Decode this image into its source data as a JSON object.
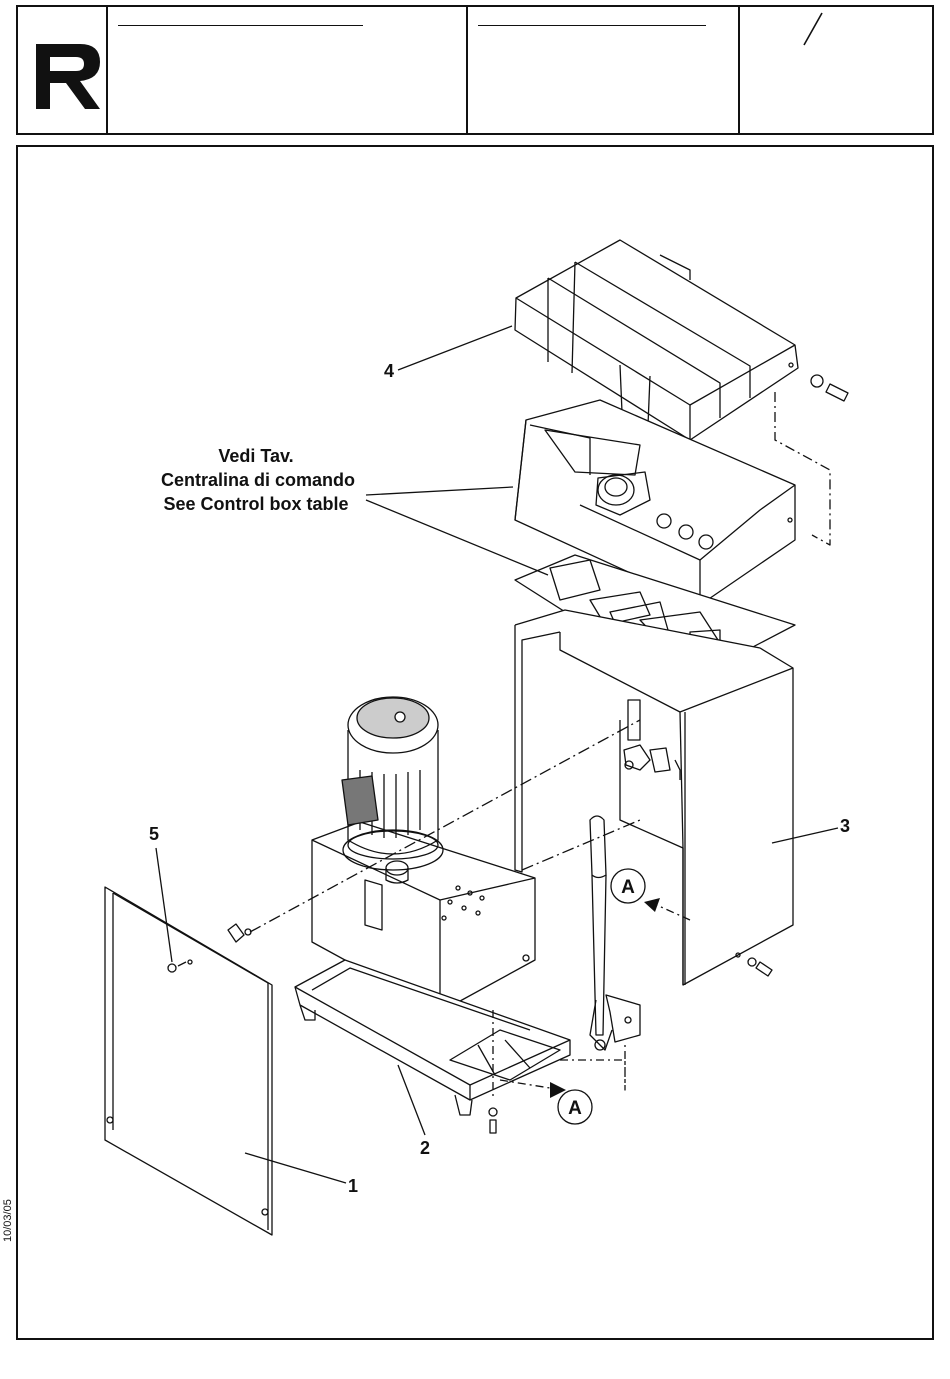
{
  "header": {
    "logo": "R",
    "slash_mark": "/"
  },
  "drawing": {
    "callouts": {
      "p1": "1",
      "p2": "2",
      "p3": "3",
      "p4": "4",
      "p5": "5"
    },
    "note_lines": [
      "Vedi Tav.",
      "Centralina di comando",
      "See Control box table"
    ],
    "detail_marker": "A"
  },
  "footer": {
    "date": "10/03/05"
  }
}
